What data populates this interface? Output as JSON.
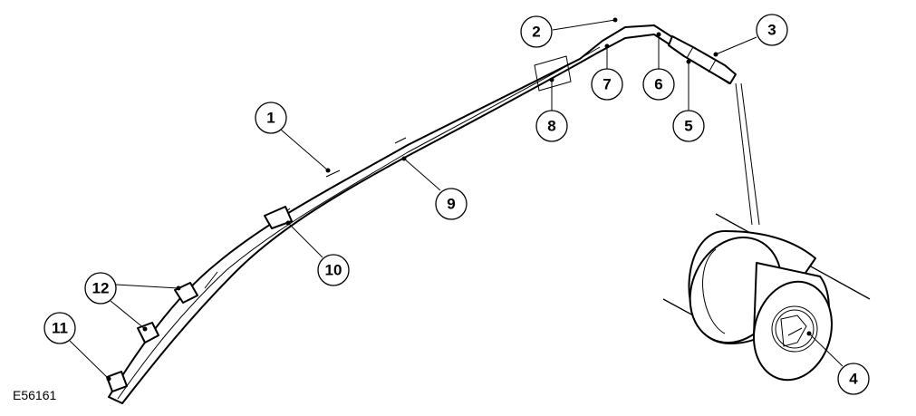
{
  "figure_id": "E56161",
  "callouts": [
    "1",
    "2",
    "3",
    "4",
    "5",
    "6",
    "7",
    "8",
    "9",
    "10",
    "11",
    "12"
  ]
}
